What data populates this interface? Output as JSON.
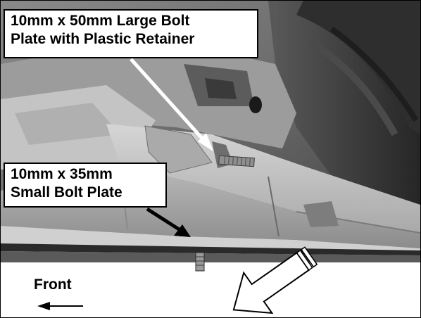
{
  "callouts": {
    "large_bolt_plate": {
      "line1": "10mm x 50mm Large Bolt",
      "line2": "Plate with Plastic Retainer"
    },
    "small_bolt_plate": {
      "line1": "10mm x 35mm",
      "line2": "Small Bolt Plate"
    }
  },
  "direction": {
    "label": "Front"
  }
}
